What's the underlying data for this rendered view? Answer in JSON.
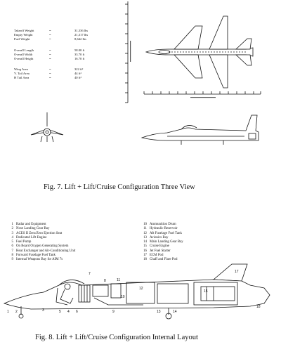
{
  "specs": [
    {
      "label": "Takeoff Weight",
      "eq": "=",
      "value": "31,336 lbs"
    },
    {
      "label": "Empty Weight",
      "eq": "=",
      "value": "21,317 lbs"
    },
    {
      "label": "Fuel Weight",
      "eq": "=",
      "value": "8,642 lbs"
    },
    {
      "label": "Overall Length",
      "eq": "=",
      "value": "58.00 ft"
    },
    {
      "label": "Overall Width",
      "eq": "=",
      "value": "33.70 ft"
    },
    {
      "label": "Overall Height",
      "eq": "=",
      "value": "16.70 ft"
    },
    {
      "label": "Wing Area",
      "eq": "=",
      "value": "322 ft²"
    },
    {
      "label": "V. Tail Area",
      "eq": "=",
      "value": "44 ft²"
    },
    {
      "label": "H Tail Area",
      "eq": "=",
      "value": "40 ft²"
    }
  ],
  "fig7_caption": "Fig. 7.  Lift + Lift/Cruise Configuration Three View",
  "fig8_caption": "Fig. 8.  Lift + Lift/Cruise Configuration Internal Layout",
  "legend_left": [
    {
      "num": "1",
      "text": "Radar and Equipment"
    },
    {
      "num": "2",
      "text": "Nose Landing Gear Bay"
    },
    {
      "num": "3",
      "text": "ACES II Zero/Zero Ejection Seat"
    },
    {
      "num": "4",
      "text": "Dedicated Lift Engine"
    },
    {
      "num": "5",
      "text": "Fuel Pump"
    },
    {
      "num": "6",
      "text": "On Board Oxygen Generating System"
    },
    {
      "num": "7",
      "text": "Heat Exchanger and Air-Conditioning Unit"
    },
    {
      "num": "8",
      "text": "Forward Fuselage Fuel Tank"
    },
    {
      "num": "9",
      "text": "Internal Weapons Bay for AIM 7s"
    }
  ],
  "legend_right": [
    {
      "num": "10",
      "text": "Ammunition Drum"
    },
    {
      "num": "11",
      "text": "Hydraulic Reservoir"
    },
    {
      "num": "12",
      "text": "Aft Fuselage Fuel Tank"
    },
    {
      "num": "13",
      "text": "Avionics Bay"
    },
    {
      "num": "14",
      "text": "Main Landing Gear Bay"
    },
    {
      "num": "15",
      "text": "Cruise Engine"
    },
    {
      "num": "16",
      "text": "Jet Fuel Starter"
    },
    {
      "num": "17",
      "text": "ECM Pod"
    },
    {
      "num": "18",
      "text": "Chaff and Flare Pod"
    }
  ],
  "callouts": {
    "c1": "1",
    "c2": "2",
    "c3": "3",
    "c4": "4",
    "c5": "5",
    "c6": "6",
    "c7": "7",
    "c8": "8",
    "c9": "9",
    "c10": "10",
    "c11": "11",
    "c12": "12",
    "c13": "13",
    "c14": "14",
    "c15": "15",
    "c17": "17",
    "c18": "18"
  }
}
